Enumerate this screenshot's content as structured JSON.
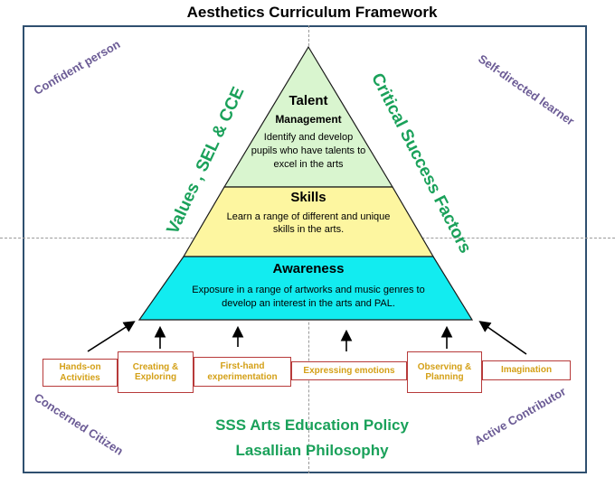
{
  "title": "Aesthetics Curriculum Framework",
  "colors": {
    "talent_fill": "#d9f5cf",
    "skills_fill": "#fdf6a0",
    "awareness_fill": "#12ecf0",
    "outline": "#1a1a1a",
    "green_text": "#1aa15a",
    "purple_text": "#6b5b95",
    "box_border": "#b73a3a",
    "box_text": "#d4a017"
  },
  "pyramid": {
    "talent": {
      "heading_1": "Talent",
      "heading_2": "Management",
      "body": "Identify and develop pupils who have talents to excel in the arts"
    },
    "skills": {
      "heading": "Skills",
      "body": "Learn a range of different and unique skills in the arts."
    },
    "awareness": {
      "heading": "Awareness",
      "body": "Exposure in a range of artworks and music genres to develop an interest in  the arts and PAL."
    }
  },
  "side_labels": {
    "left": "Values , SEL & CCE",
    "right": "Critical Success Factors"
  },
  "outcomes": {
    "top_left": "Confident person",
    "top_right": "Self-directed learner",
    "bottom_left": "Concerned Citizen",
    "bottom_right": "Active Contributor"
  },
  "approaches": [
    "Hands-on Activities",
    "Creating & Exploring",
    "First-hand experimentation",
    "Expressing emotions",
    "Observing & Planning",
    "Imagination"
  ],
  "foundation": {
    "line_1": "SSS Arts Education Policy",
    "line_2": "Lasallian Philosophy"
  }
}
